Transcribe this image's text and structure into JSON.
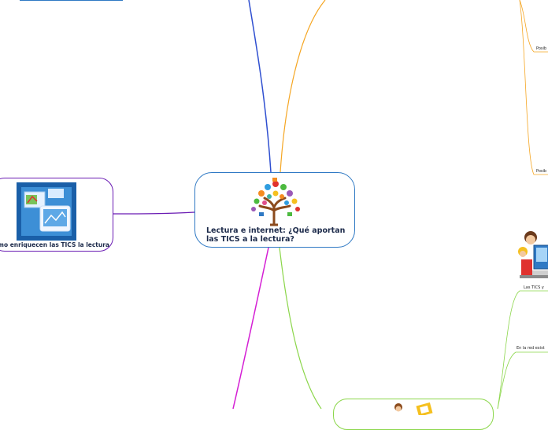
{
  "central": {
    "title": "Lectura e internet: ¿Qué aportan las TICS a la lectura?"
  },
  "left_topic": {
    "label": "mo enriquecen las TICS la lectura"
  },
  "right_labels": {
    "posib_1": "Posib",
    "posib_2": "Posib",
    "tics": "Las TICS y",
    "red": "En la red exist"
  },
  "colors": {
    "blue": "#2f4fd0",
    "orange": "#f5a623",
    "purple": "#6a1bb3",
    "magenta": "#d41fd4",
    "green": "#8bd64a",
    "central_border": "#2f79c4"
  }
}
